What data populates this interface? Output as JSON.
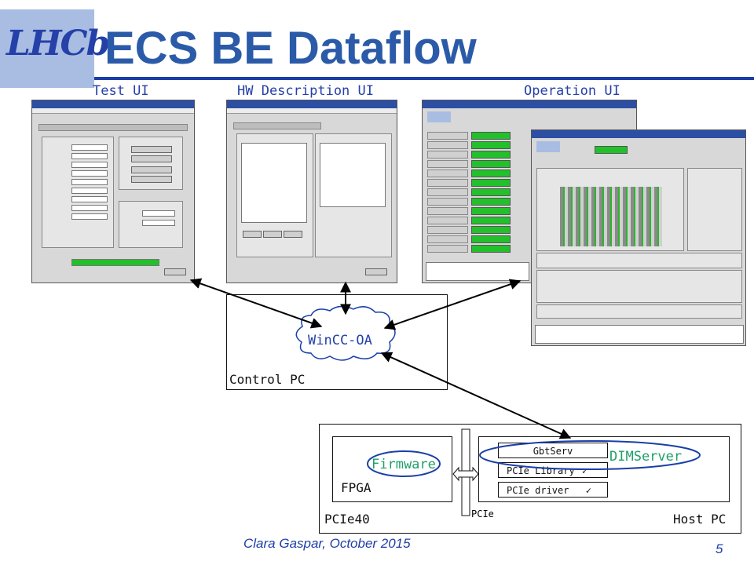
{
  "header": {
    "logo_text": "LHCb",
    "title": "ECS BE Dataflow"
  },
  "labels": {
    "test_ui": "Test UI",
    "hw_ui": "HW Description UI",
    "op_ui": "Operation UI"
  },
  "control_pc": {
    "cloud": "WinCC-OA",
    "label": "Control PC"
  },
  "pcie40": {
    "label": "PCIe40",
    "fpga": "FPGA",
    "firmware": "Firmware"
  },
  "bus": {
    "label": "PCIe"
  },
  "host": {
    "label": "Host PC",
    "dimserver": "DIMServer",
    "gbtserv": "GbtServ",
    "library": "PCIe Library",
    "driver": "PCIe driver",
    "check": "✓"
  },
  "footer": {
    "author": "Clara Gaspar, October 2015",
    "page": "5"
  },
  "colors": {
    "title": "#2b5ba8",
    "accent": "#1a3fa8",
    "green": "#1fa06a",
    "running": "#22c02a"
  }
}
